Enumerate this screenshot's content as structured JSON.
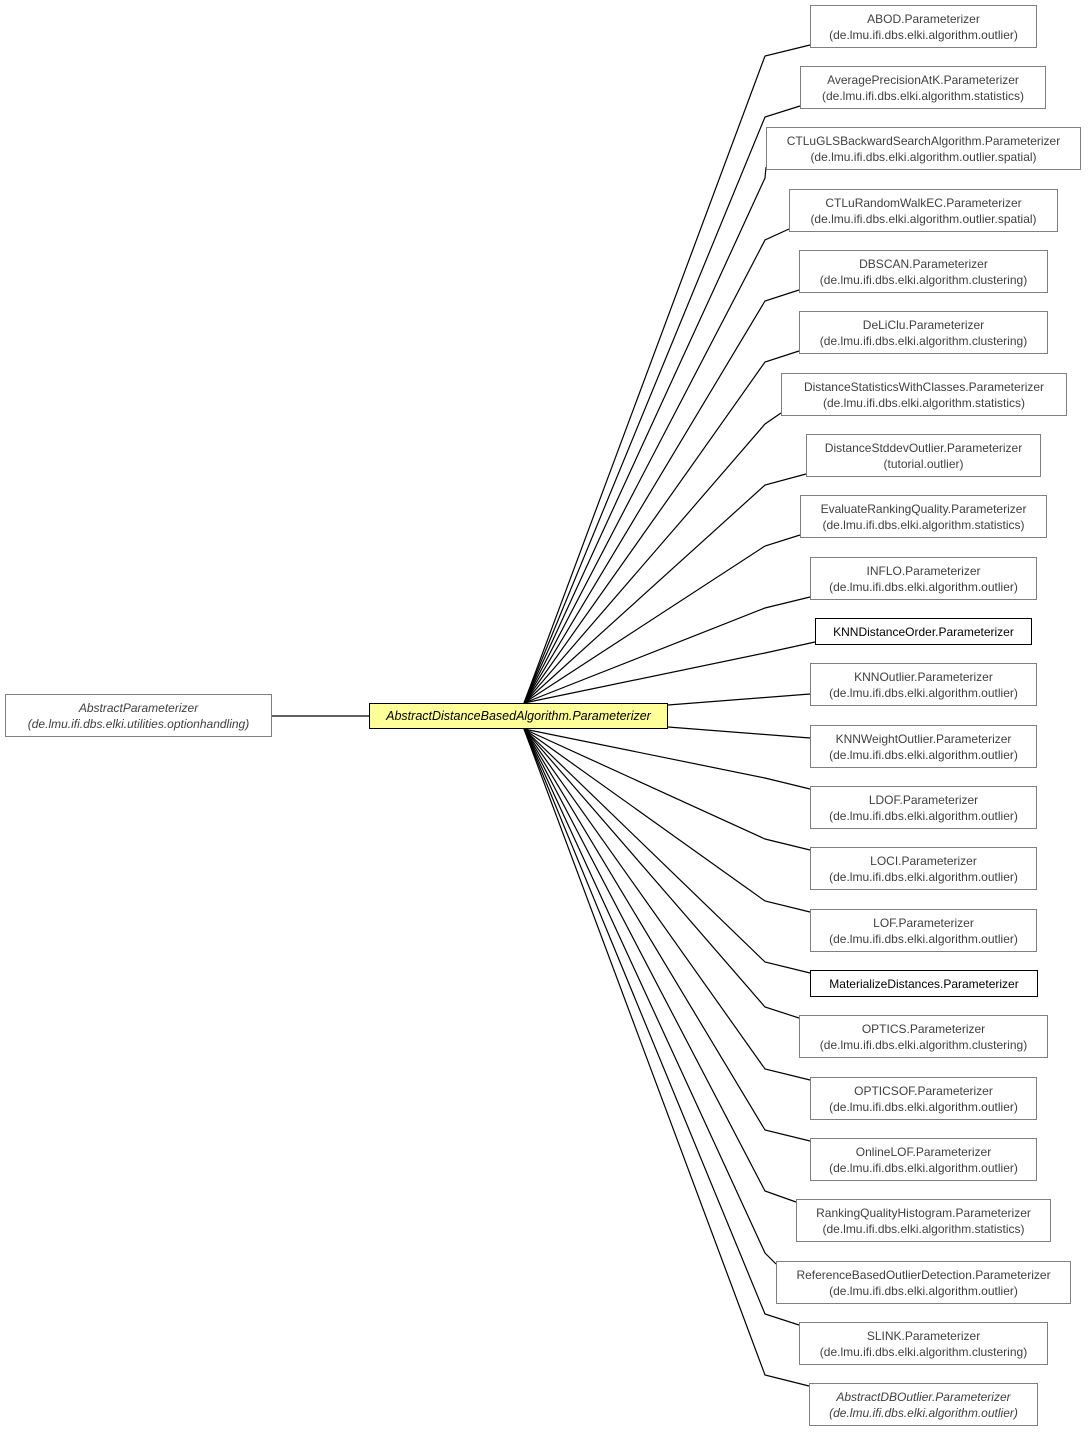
{
  "diagram": {
    "root": {
      "name": "AbstractParameterizer",
      "package": "(de.lmu.ifi.dbs.elki.utilities.optionhandling)"
    },
    "focus": {
      "name": "AbstractDistanceBasedAlgorithm.Parameterizer"
    },
    "children": [
      {
        "name": "ABOD.Parameterizer",
        "package": "(de.lmu.ifi.dbs.elki.algorithm.outlier)"
      },
      {
        "name": "AveragePrecisionAtK.Parameterizer",
        "package": "(de.lmu.ifi.dbs.elki.algorithm.statistics)"
      },
      {
        "name": "CTLuGLSBackwardSearchAlgorithm.Parameterizer",
        "package": "(de.lmu.ifi.dbs.elki.algorithm.outlier.spatial)"
      },
      {
        "name": "CTLuRandomWalkEC.Parameterizer",
        "package": "(de.lmu.ifi.dbs.elki.algorithm.outlier.spatial)"
      },
      {
        "name": "DBSCAN.Parameterizer",
        "package": "(de.lmu.ifi.dbs.elki.algorithm.clustering)"
      },
      {
        "name": "DeLiClu.Parameterizer",
        "package": "(de.lmu.ifi.dbs.elki.algorithm.clustering)"
      },
      {
        "name": "DistanceStatisticsWithClasses.Parameterizer",
        "package": "(de.lmu.ifi.dbs.elki.algorithm.statistics)"
      },
      {
        "name": "DistanceStddevOutlier.Parameterizer",
        "package": "(tutorial.outlier)"
      },
      {
        "name": "EvaluateRankingQuality.Parameterizer",
        "package": "(de.lmu.ifi.dbs.elki.algorithm.statistics)"
      },
      {
        "name": "INFLO.Parameterizer",
        "package": "(de.lmu.ifi.dbs.elki.algorithm.outlier)"
      },
      {
        "name": "KNNDistanceOrder.Parameterizer",
        "package": ""
      },
      {
        "name": "KNNOutlier.Parameterizer",
        "package": "(de.lmu.ifi.dbs.elki.algorithm.outlier)"
      },
      {
        "name": "KNNWeightOutlier.Parameterizer",
        "package": "(de.lmu.ifi.dbs.elki.algorithm.outlier)"
      },
      {
        "name": "LDOF.Parameterizer",
        "package": "(de.lmu.ifi.dbs.elki.algorithm.outlier)"
      },
      {
        "name": "LOCI.Parameterizer",
        "package": "(de.lmu.ifi.dbs.elki.algorithm.outlier)"
      },
      {
        "name": "LOF.Parameterizer",
        "package": "(de.lmu.ifi.dbs.elki.algorithm.outlier)"
      },
      {
        "name": "MaterializeDistances.Parameterizer",
        "package": ""
      },
      {
        "name": "OPTICS.Parameterizer",
        "package": "(de.lmu.ifi.dbs.elki.algorithm.clustering)"
      },
      {
        "name": "OPTICSOF.Parameterizer",
        "package": "(de.lmu.ifi.dbs.elki.algorithm.outlier)"
      },
      {
        "name": "OnlineLOF.Parameterizer",
        "package": "(de.lmu.ifi.dbs.elki.algorithm.outlier)"
      },
      {
        "name": "RankingQualityHistogram.Parameterizer",
        "package": "(de.lmu.ifi.dbs.elki.algorithm.statistics)"
      },
      {
        "name": "ReferenceBasedOutlierDetection.Parameterizer",
        "package": "(de.lmu.ifi.dbs.elki.algorithm.outlier)"
      },
      {
        "name": "SLINK.Parameterizer",
        "package": "(de.lmu.ifi.dbs.elki.algorithm.clustering)"
      },
      {
        "name": "AbstractDBOutlier.Parameterizer",
        "package": "(de.lmu.ifi.dbs.elki.algorithm.outlier)"
      }
    ]
  }
}
